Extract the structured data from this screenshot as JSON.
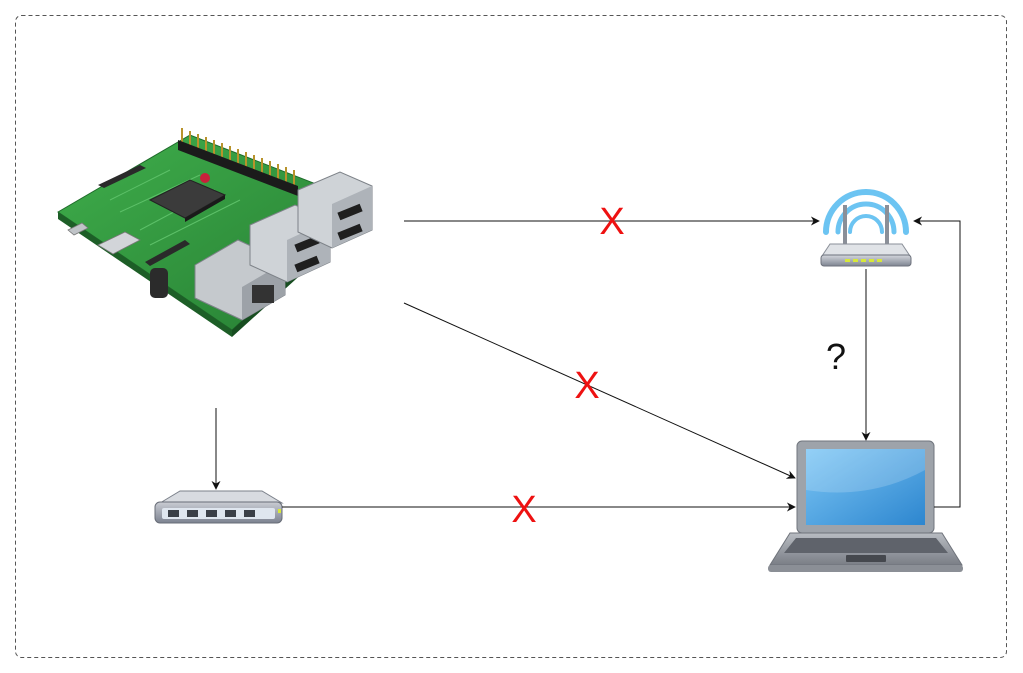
{
  "colors": {
    "block_marker": "#ee1111",
    "line": "#111111",
    "frame": "#555555",
    "pcb": "#2f9a3c",
    "laptop_screen": "#3a9be0",
    "wifi_waves": "#6cc4f2"
  },
  "devices": [
    {
      "id": "raspberry-pi",
      "icon": "raspberry-pi-board-icon"
    },
    {
      "id": "wifi-router",
      "icon": "wifi-router-icon"
    },
    {
      "id": "network-switch",
      "icon": "network-switch-icon"
    },
    {
      "id": "laptop",
      "icon": "laptop-icon"
    }
  ],
  "links": [
    {
      "from": "raspberry-pi",
      "to": "wifi-router",
      "marker": "X"
    },
    {
      "from": "raspberry-pi",
      "to": "laptop",
      "marker": "X"
    },
    {
      "from": "raspberry-pi",
      "to": "network-switch",
      "marker": ""
    },
    {
      "from": "network-switch",
      "to": "laptop",
      "marker": "X"
    },
    {
      "from": "wifi-router",
      "to": "laptop",
      "marker": "?"
    },
    {
      "from": "laptop",
      "to": "wifi-router",
      "marker": ""
    }
  ]
}
